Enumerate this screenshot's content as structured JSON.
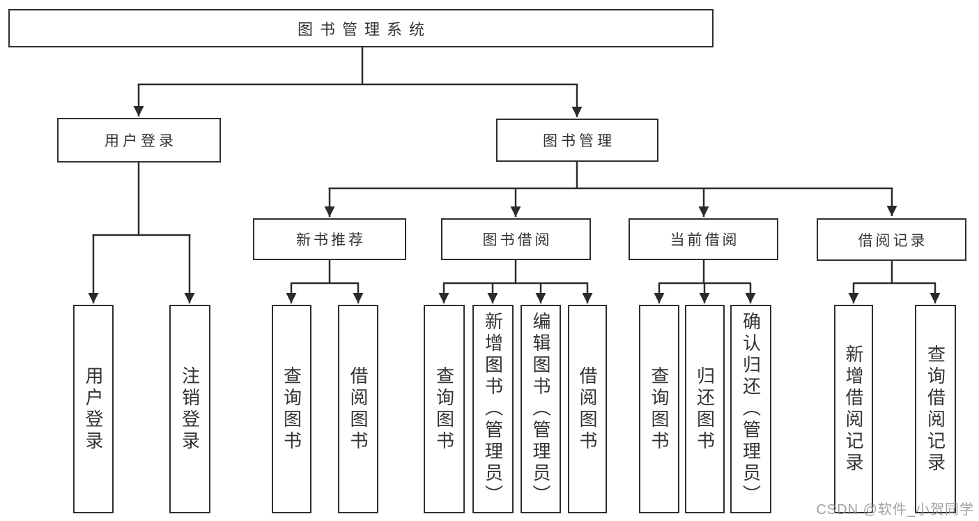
{
  "diagram": {
    "root": {
      "label": "图书管理系统"
    },
    "branches": [
      {
        "label": "用户登录",
        "leaves": [
          {
            "label": "用户登录"
          },
          {
            "label": "注销登录"
          }
        ]
      },
      {
        "label": "图书管理",
        "groups": [
          {
            "label": "新书推荐",
            "leaves": [
              {
                "label": "查询图书"
              },
              {
                "label": "借阅图书"
              }
            ]
          },
          {
            "label": "图书借阅",
            "leaves": [
              {
                "label": "查询图书"
              },
              {
                "label": "新增图书（管理员）"
              },
              {
                "label": "编辑图书（管理员）"
              },
              {
                "label": "借阅图书"
              }
            ]
          },
          {
            "label": "当前借阅",
            "leaves": [
              {
                "label": "查询图书"
              },
              {
                "label": "归还图书"
              },
              {
                "label": "确认归还（管理员）"
              }
            ]
          },
          {
            "label": "借阅记录",
            "leaves": [
              {
                "label": "新增借阅记录"
              },
              {
                "label": "查询借阅记录"
              }
            ]
          }
        ]
      }
    ]
  },
  "watermark": {
    "text": "CSDN @软件_小贺同学"
  },
  "colors": {
    "background": "#ffffff",
    "box_border": "#2f2f2f",
    "connector_line": "#2b2b2b",
    "text": "#333333",
    "watermark": "#919191"
  }
}
